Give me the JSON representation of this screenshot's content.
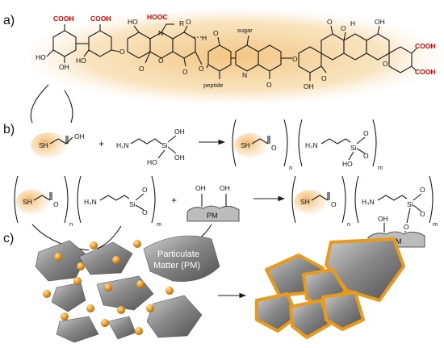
{
  "panels": {
    "a": "a)",
    "b": "b)",
    "c": "c)"
  },
  "structure_a": {
    "cooh_1": "COOH",
    "cooh_2": "COOH",
    "hooc": "HOOC",
    "r_group": "R",
    "sugar": "sugar",
    "peptide": "peptide",
    "cooh_3": "COOH",
    "cooh_4": "COOH"
  },
  "reaction_1": {
    "thiol": "SH",
    "acid_oh": "OH",
    "plus": "+",
    "amine": "H₂N",
    "silanol_si": "Si",
    "silanol_oh1": "OH",
    "silanol_oh2": "OH",
    "silanol_oh3": "HO",
    "prod_sh": "SH",
    "prod_o": "O",
    "sub_n": "n",
    "prod_n": "H₃N",
    "prod_si": "Si",
    "prod_ho": "HO",
    "sub_m": "m"
  },
  "reaction_2": {
    "left_sh": "SH",
    "left_o": "O",
    "sub_n": "n",
    "left_n": "H₃N",
    "left_si": "Si",
    "sub_m": "m",
    "plus": "+",
    "pm_oh1": "OH",
    "pm_oh2": "OH",
    "pm": "PM",
    "right_sh": "SH",
    "right_o": "O",
    "right_sub_n": "n",
    "right_n": "H₃N",
    "right_si": "Si",
    "right_oh": "OH",
    "right_sub_m": "m",
    "right_pm": "PM"
  },
  "illustration_c": {
    "pm_label_line1": "Particulate",
    "pm_label_line2": "Matter (PM)"
  },
  "colors": {
    "acid_red": "#e00000",
    "humic_glow": "#f2c27a",
    "coating": "#e89a1e",
    "sphere": "#e8a030",
    "particle": "#8c8c8c"
  }
}
